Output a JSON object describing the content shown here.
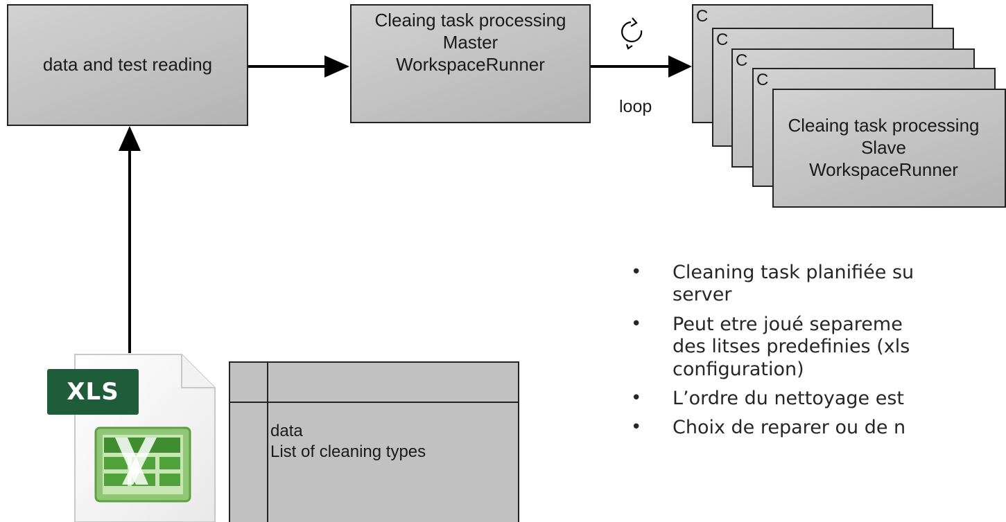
{
  "nodes": {
    "reading": "data and test reading",
    "master": "Cleaing task processing\nMaster\nWorkspaceRunner",
    "slave_truncated": "C",
    "slave": "Cleaing task processing\nSlave\nWorkspaceRunner"
  },
  "edges": {
    "loop_label": "loop"
  },
  "file": {
    "badge": "XLS",
    "icon": "excel-spreadsheet-icon"
  },
  "table": {
    "content": "data\nList of cleaning types"
  },
  "bullets": [
    "Cleaning task planifiée su\nserver",
    "Peut etre joué separeme\ndes litses predefinies (xls\nconfiguration)",
    "L’ordre du nettoyage est",
    "Choix de reparer ou de n"
  ],
  "colors": {
    "box_fill": "#c4c4c4",
    "stroke": "#000000",
    "excel_green": "#1f5c3a"
  }
}
